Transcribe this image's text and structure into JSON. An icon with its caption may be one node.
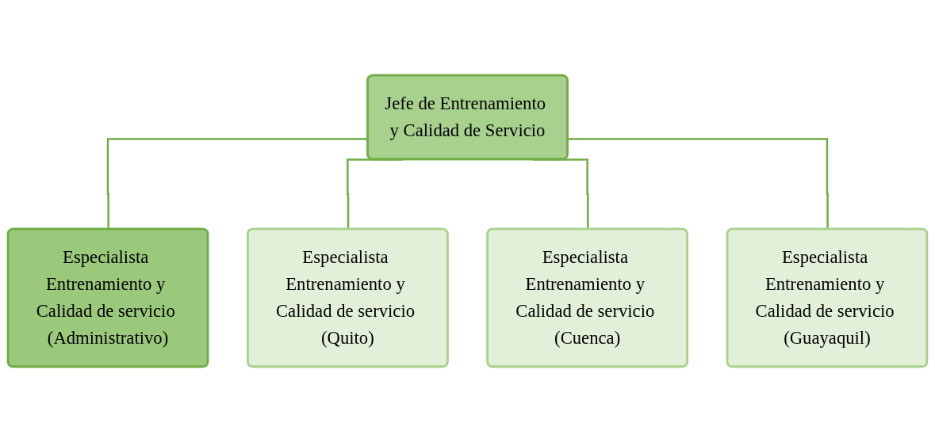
{
  "diagram": {
    "nodes": [
      {
        "text": [
          "Jefe de Entrenamiento y Calidad de Servicio"
        ]
      },
      {
        "text": [
          "Especialista Entrenamiento y Calidad de servicio (Administrativo)"
        ]
      },
      {
        "text": [
          "Especialista Entrenamiento y Calidad de servicio (Quito)"
        ]
      },
      {
        "text": [
          "Especialista Entrenamiento y Calidad de servicio (Cuenca)"
        ]
      },
      {
        "text": [
          "Especialista Entrenamiento y Calidad de servicio (Guayaquil)"
        ]
      }
    ],
    "edges": [
      {
        "from": 0,
        "to": 1,
        "arrow": "none"
      },
      {
        "from": 0,
        "to": 2,
        "arrow": "none"
      },
      {
        "from": 0,
        "to": 3,
        "arrow": "none"
      },
      {
        "from": 0,
        "to": 4,
        "arrow": "none"
      }
    ]
  }
}
